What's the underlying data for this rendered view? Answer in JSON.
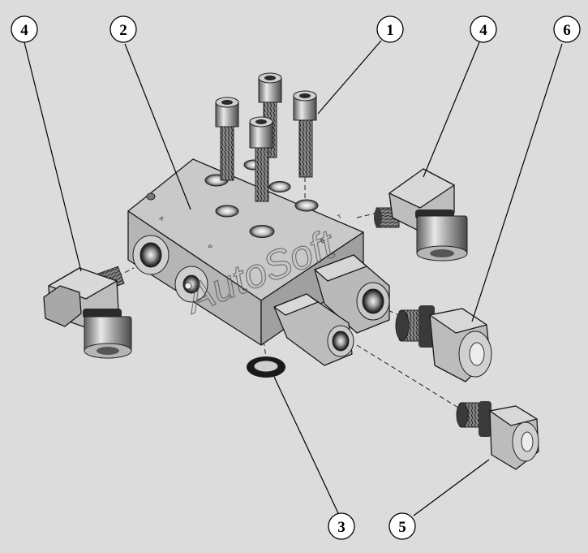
{
  "callouts": [
    {
      "label": "4",
      "part": "angle-fitting-left"
    },
    {
      "label": "2",
      "part": "manifold-block"
    },
    {
      "label": "1",
      "part": "socket-head-bolt"
    },
    {
      "label": "4",
      "part": "angle-fitting-right"
    },
    {
      "label": "6",
      "part": "straight-fitting-large"
    },
    {
      "label": "3",
      "part": "sealing-washer"
    },
    {
      "label": "5",
      "part": "straight-fitting-small"
    }
  ],
  "watermark": "AutoSoft",
  "colors": {
    "background": "#dcdcdc",
    "face_top": "#c9c9c9",
    "face_front": "#b3b3b3",
    "face_side": "#9d9d9d",
    "metal_dark": "#6e6e6e",
    "metal_light": "#e6e6e6"
  }
}
